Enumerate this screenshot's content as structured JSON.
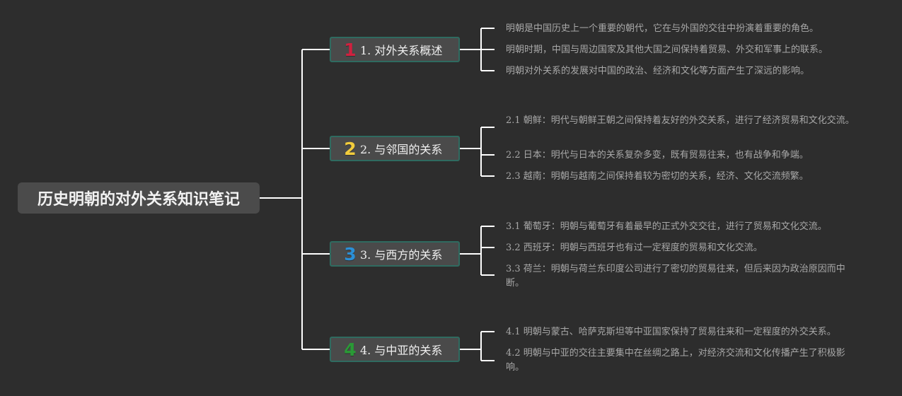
{
  "root": {
    "label": "历史明朝的对外关系知识笔记"
  },
  "colors": {
    "background": "#2d2d2d",
    "connector": "#ffffff",
    "branch_border": "#2f6b60",
    "leaf_text": "#a8a8a8"
  },
  "branches": [
    {
      "icon": {
        "name": "number-1-icon",
        "glyph": "1",
        "color": "#d0213f"
      },
      "label": "1. 对外关系概述",
      "leaves": [
        "明朝是中国历史上一个重要的朝代，它在与外国的交往中扮演着重要的角色。",
        "明朝时期，中国与周边国家及其他大国之间保持着贸易、外交和军事上的联系。",
        "明朝对外关系的发展对中国的政治、经济和文化等方面产生了深远的影响。"
      ]
    },
    {
      "icon": {
        "name": "number-2-icon",
        "glyph": "2",
        "color": "#f2cc3c"
      },
      "label": "2. 与邻国的关系",
      "leaves": [
        "2.1 朝鲜：明代与朝鲜王朝之间保持着友好的外交关系，进行了经济贸易和文化交流。",
        "2.2 日本：明代与日本的关系复杂多变，既有贸易往来，也有战争和争端。",
        "2.3 越南：明朝与越南之间保持着较为密切的关系，经济、文化交流频繁。"
      ]
    },
    {
      "icon": {
        "name": "number-3-icon",
        "glyph": "3",
        "color": "#2b8fd6"
      },
      "label": "3. 与西方的关系",
      "leaves": [
        "3.1 葡萄牙：明朝与葡萄牙有着最早的正式外交交往，进行了贸易和文化交流。",
        "3.2 西班牙：明朝与西班牙也有过一定程度的贸易和文化交流。",
        "3.3 荷兰：明朝与荷兰东印度公司进行了密切的贸易往来，但后来因为政治原因而中断。"
      ]
    },
    {
      "icon": {
        "name": "number-4-icon",
        "glyph": "4",
        "color": "#2a9a36"
      },
      "label": "4. 与中亚的关系",
      "leaves": [
        "4.1 明朝与蒙古、哈萨克斯坦等中亚国家保持了贸易往来和一定程度的外交关系。",
        "4.2 明朝与中亚的交往主要集中在丝绸之路上，对经济交流和文化传播产生了积极影响。"
      ]
    }
  ]
}
